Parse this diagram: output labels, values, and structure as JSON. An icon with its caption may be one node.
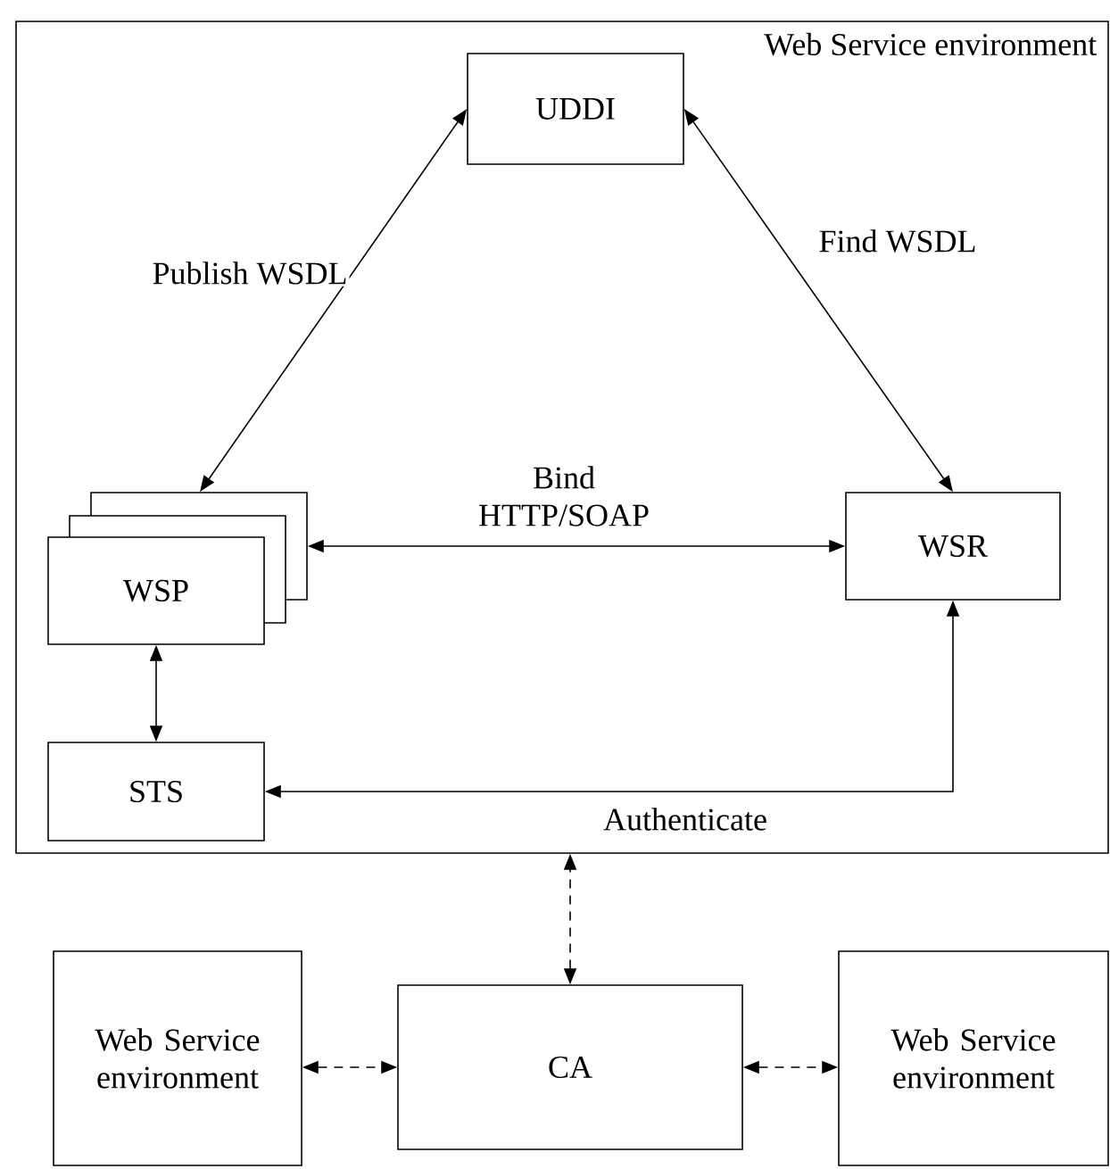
{
  "diagram": {
    "nodes": [
      {
        "text": [
          "Web Service environment"
        ]
      },
      {
        "text": [
          "UDDI"
        ],
        "in": 0
      },
      {
        "text": [
          "WSP"
        ],
        "in": 0
      },
      {
        "text": [
          "WSR"
        ],
        "in": 0
      },
      {
        "text": [
          "STS"
        ],
        "in": 0
      },
      {
        "text": [
          "Web Service environment"
        ]
      },
      {
        "text": [
          "CA"
        ]
      },
      {
        "text": [
          "Web Service environment"
        ]
      }
    ],
    "edges": [
      {
        "from": 2,
        "to": 1,
        "arrow": "both",
        "label": "Publish WSDL"
      },
      {
        "from": 1,
        "to": 3,
        "arrow": "both",
        "label": "Find WSDL"
      },
      {
        "from": 2,
        "to": 3,
        "arrow": "both",
        "label": "Bind HTTP/SOAP"
      },
      {
        "from": 2,
        "to": 4,
        "arrow": "both"
      },
      {
        "from": 3,
        "to": 4,
        "arrow": "both",
        "label": "Authenticate"
      },
      {
        "from": 6,
        "to": 0,
        "arrow": "both",
        "style": "dashed"
      },
      {
        "from": 5,
        "to": 6,
        "arrow": "both",
        "style": "dashed"
      },
      {
        "from": 6,
        "to": 7,
        "arrow": "both",
        "style": "dashed"
      }
    ]
  }
}
